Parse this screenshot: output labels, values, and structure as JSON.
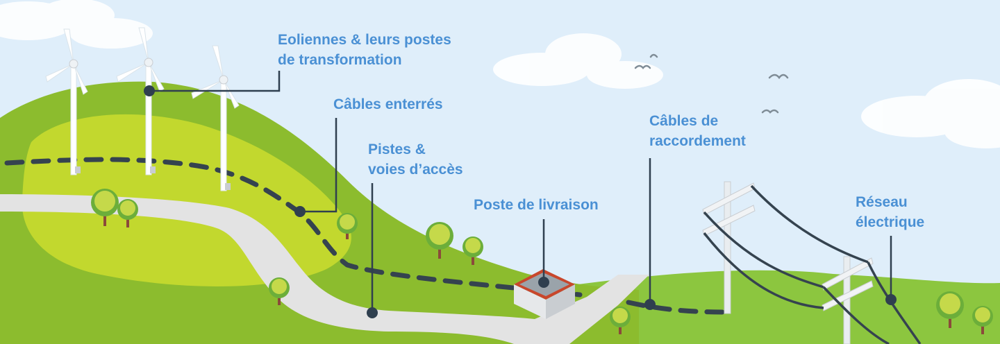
{
  "labels": {
    "wind_turbines": {
      "line1": "Eoliennes & leurs postes",
      "line2": "de transformation"
    },
    "buried_cables": {
      "line1": "Câbles enterrés"
    },
    "access_tracks": {
      "line1": "Pistes &",
      "line2": "voies d’accès"
    },
    "delivery_station": {
      "line1": "Poste de livraison"
    },
    "connection_cables": {
      "line1": "Câbles de",
      "line2": "raccordement"
    },
    "power_grid": {
      "line1": "Réseau",
      "line2": "électrique"
    }
  },
  "colors": {
    "label_text": "#4a90d4",
    "leader_line": "#2f3f4f",
    "sky": "#dfeefa",
    "hill_dark": "#8cbc2e",
    "hill_light": "#c2d82e",
    "road": "#e3e3e3",
    "cable_dash": "#35434f"
  }
}
